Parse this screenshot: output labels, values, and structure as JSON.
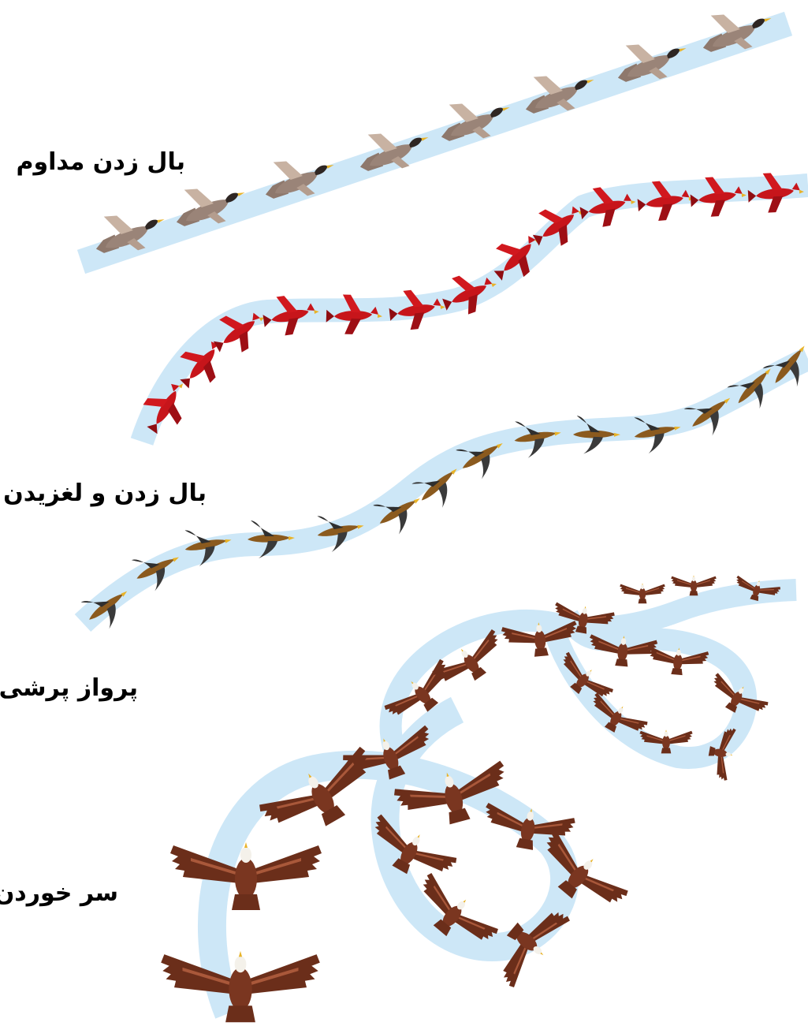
{
  "labels": {
    "continuous_flapping": "بال زدن مداوم",
    "flap_and_glide": "بال زدن و لغزیدن",
    "bounding_flight": "پرواز پرشی",
    "soaring": "سر خوردن"
  },
  "colors": {
    "path": "#cde7f7",
    "duck_body": "#9a8478",
    "duck_wing": "#c8b2a2",
    "duck_head": "#2e2623",
    "red_bird": "#c7151b",
    "red_bird_dark": "#8f0d12",
    "dark_bird_body": "#8b5a1e",
    "dark_bird_wing": "#2f2f2f",
    "eagle": "#6b2e1a",
    "eagle_light": "#a9583a",
    "eagle_head": "#f4f1ea",
    "beak": "#e8b329"
  },
  "icons": [
    "duck-icon",
    "cardinal-icon",
    "finch-icon",
    "eagle-icon"
  ]
}
